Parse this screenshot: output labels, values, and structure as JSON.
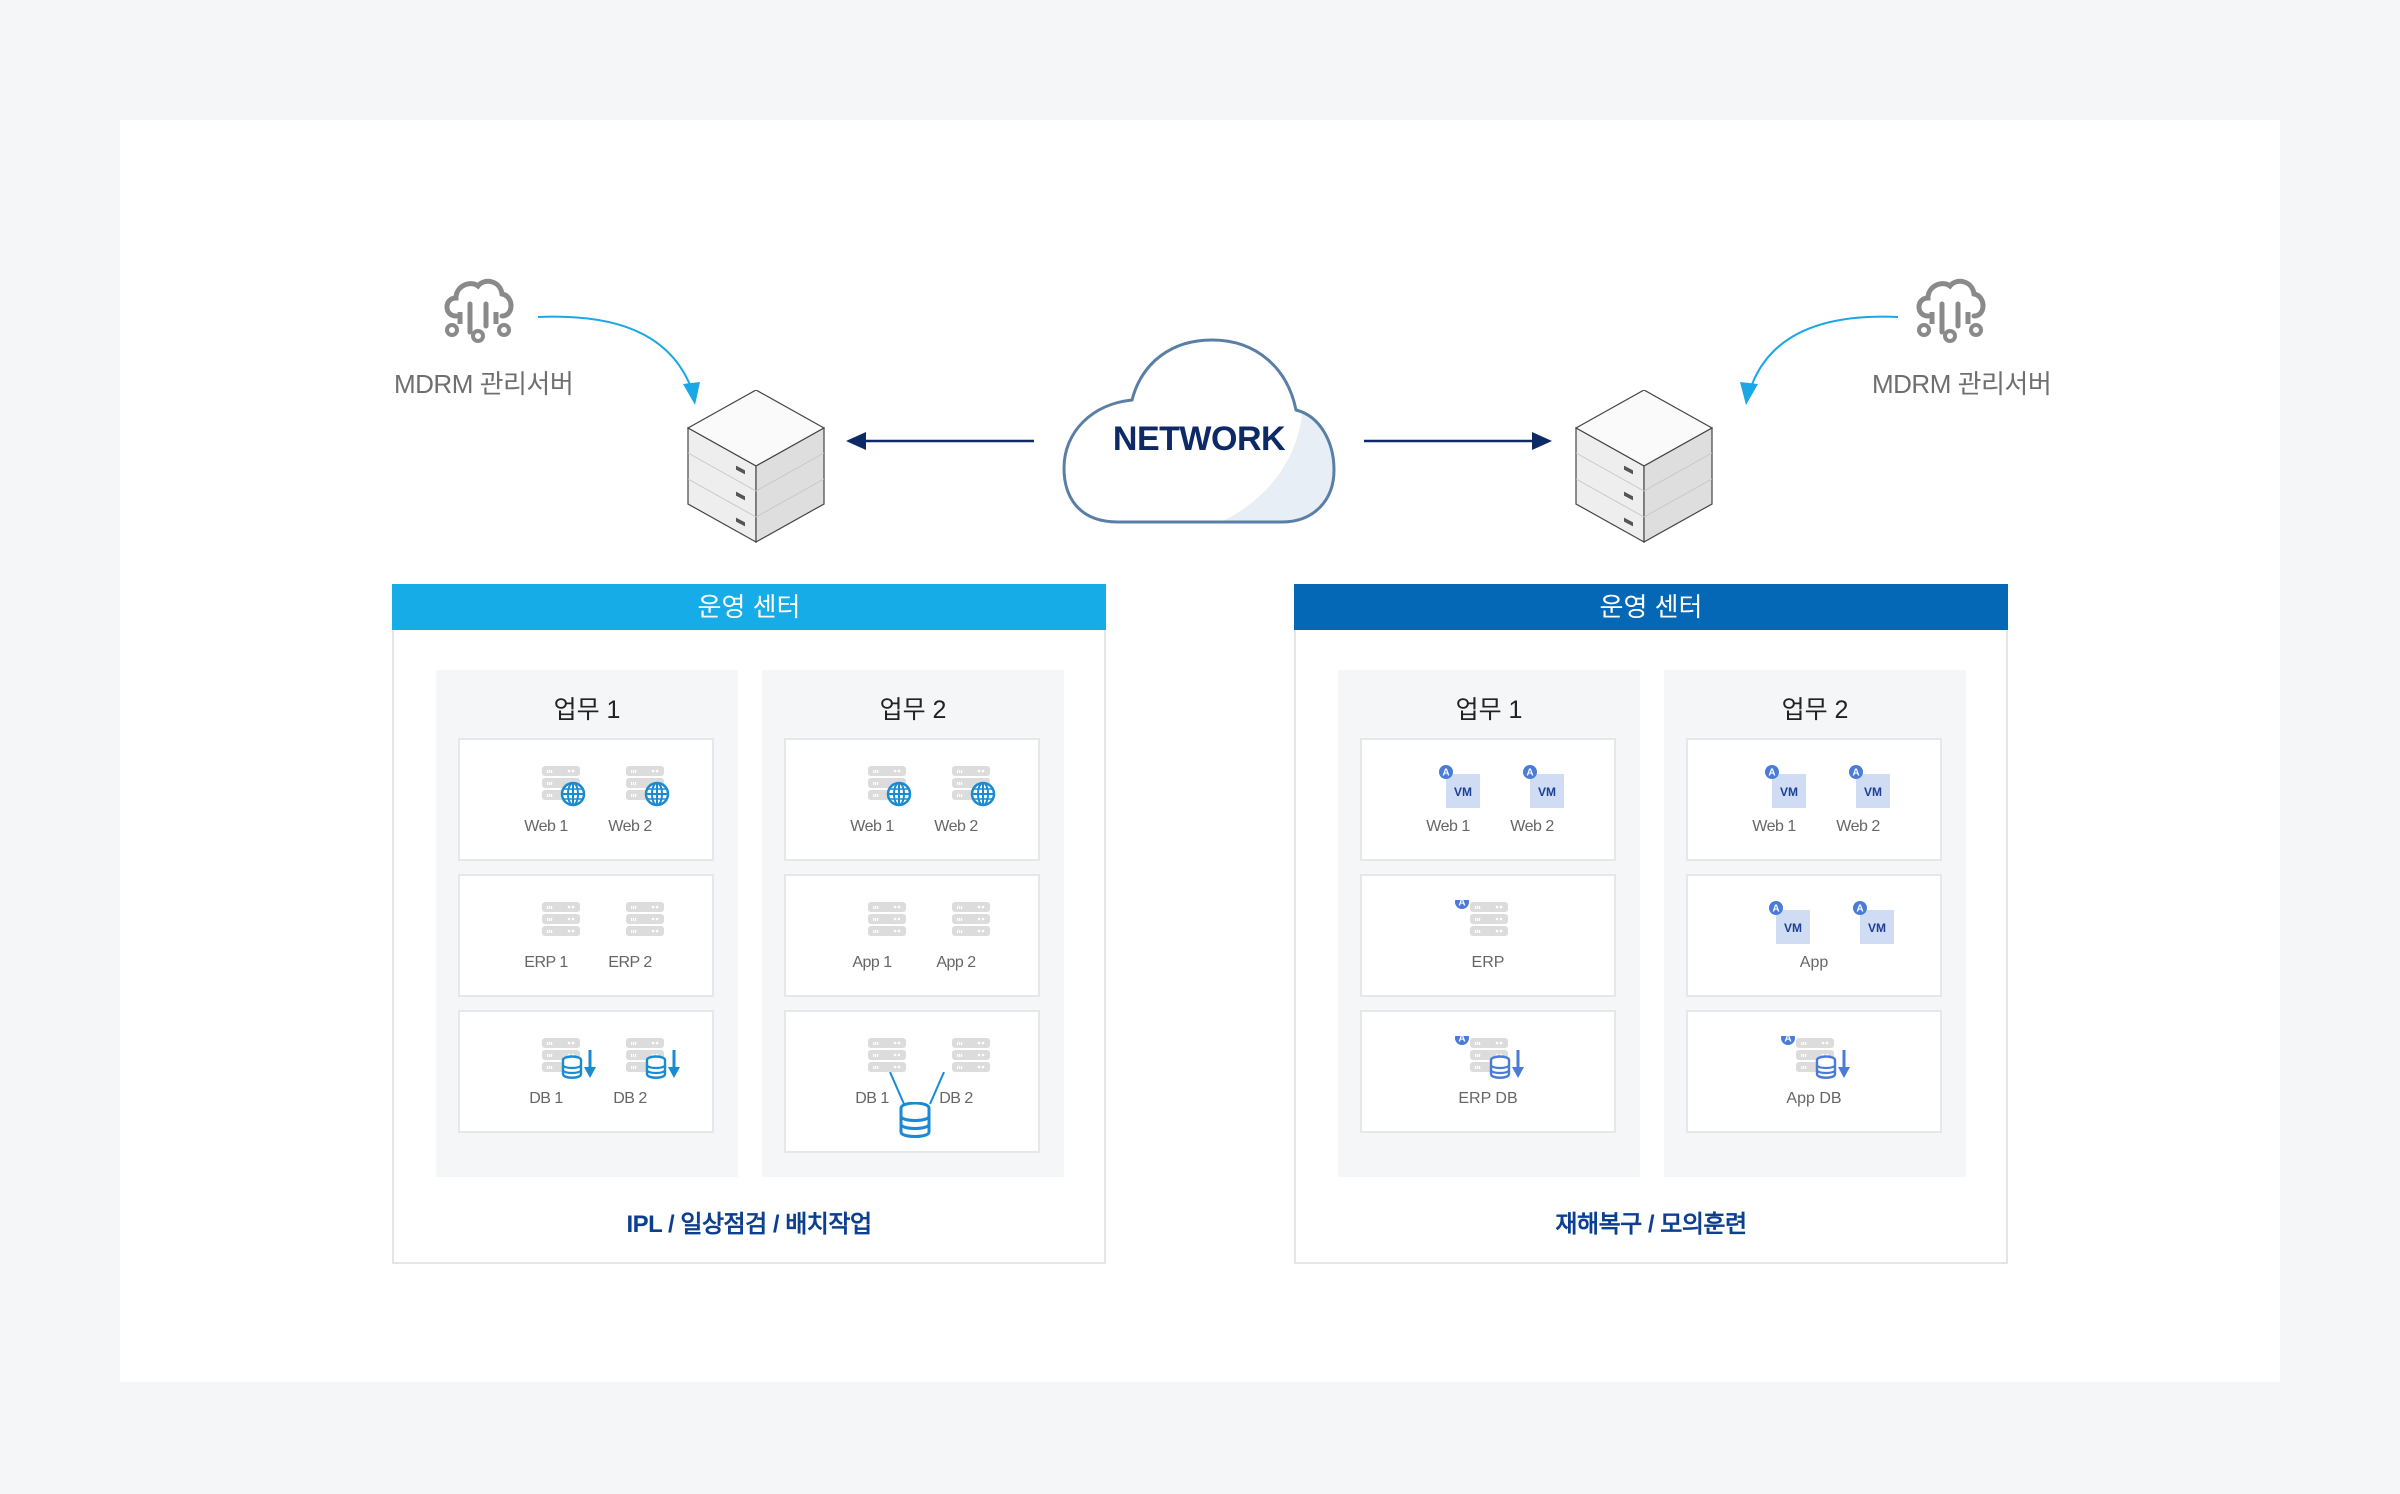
{
  "diagram": {
    "network_label": "NETWORK",
    "mdrm_left": {
      "label": "MDRM 관리서버",
      "icon": "cloud-network-icon"
    },
    "mdrm_right": {
      "label": "MDRM 관리서버",
      "icon": "cloud-network-icon"
    },
    "colors": {
      "left_header": "#16ace8",
      "right_header": "#0468b6",
      "arrow_navy": "#0d2a66",
      "arrow_cyan": "#1aa7e6",
      "cloud_stroke": "#5a7fa6",
      "caption": "#0c3f8f",
      "icon_blue": "#1a8bd1",
      "vm_badge": "#4a7bd6"
    },
    "left_center": {
      "header": "운영 센터",
      "caption": "IPL / 일상점검 / 배치작업",
      "tasks": [
        {
          "title": "업무 1",
          "rows": [
            {
              "type": "web",
              "nodes": [
                "Web 1",
                "Web 2"
              ]
            },
            {
              "type": "server",
              "nodes": [
                "ERP 1",
                "ERP 2"
              ]
            },
            {
              "type": "db",
              "nodes": [
                "DB 1",
                "DB 2"
              ]
            }
          ]
        },
        {
          "title": "업무 2",
          "rows": [
            {
              "type": "web",
              "nodes": [
                "Web 1",
                "Web 2"
              ]
            },
            {
              "type": "server",
              "nodes": [
                "App 1",
                "App 2"
              ]
            },
            {
              "type": "shared-db",
              "nodes": [
                "DB 1",
                "DB 2"
              ]
            }
          ]
        }
      ]
    },
    "right_center": {
      "header": "운영 센터",
      "caption": "재해복구 / 모의훈련",
      "tasks": [
        {
          "title": "업무 1",
          "rows": [
            {
              "type": "vm",
              "nodes": [
                "Web 1",
                "Web 2"
              ],
              "icon_text": "VM",
              "badge": "A"
            },
            {
              "type": "server-a",
              "label": "ERP",
              "badge": "A"
            },
            {
              "type": "db-a",
              "label": "ERP DB",
              "badge": "A"
            }
          ]
        },
        {
          "title": "업무 2",
          "rows": [
            {
              "type": "vm",
              "nodes": [
                "Web 1",
                "Web 2"
              ],
              "icon_text": "VM",
              "badge": "A"
            },
            {
              "type": "vm-pair",
              "label": "App",
              "icon_text": "VM",
              "badge": "A"
            },
            {
              "type": "db-a",
              "label": "App DB",
              "badge": "A"
            }
          ]
        }
      ]
    }
  }
}
